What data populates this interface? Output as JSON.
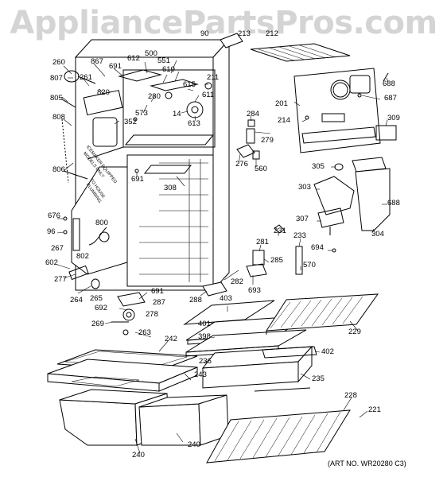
{
  "watermark": "AppliancePartsPros.com",
  "art_number": "(ART NO. WR20280 C3)",
  "notes": {
    "icemaker": [
      "ICEMAKER EQUIPPED",
      "MODELS ONLY"
    ],
    "house": [
      "TO HOUSE",
      "PLUMBING"
    ]
  },
  "part_numbers": [
    "260",
    "807",
    "867",
    "691",
    "612",
    "500",
    "551",
    "610",
    "261",
    "820",
    "615",
    "211",
    "805",
    "280",
    "611",
    "573",
    "14",
    "613",
    "352",
    "808",
    "806",
    "691",
    "308",
    "676",
    "96",
    "800",
    "267",
    "802",
    "602",
    "277",
    "264",
    "265",
    "691",
    "287",
    "692",
    "278",
    "269",
    "263",
    "242",
    "243",
    "240",
    "240",
    "90",
    "213",
    "212",
    "688",
    "201",
    "687",
    "214",
    "309",
    "284",
    "279",
    "276",
    "560",
    "305",
    "303",
    "688",
    "307",
    "304",
    "231",
    "281",
    "285",
    "233",
    "694",
    "570",
    "282",
    "693",
    "288",
    "403",
    "401",
    "398",
    "402",
    "236",
    "235",
    "229",
    "228",
    "221"
  ]
}
